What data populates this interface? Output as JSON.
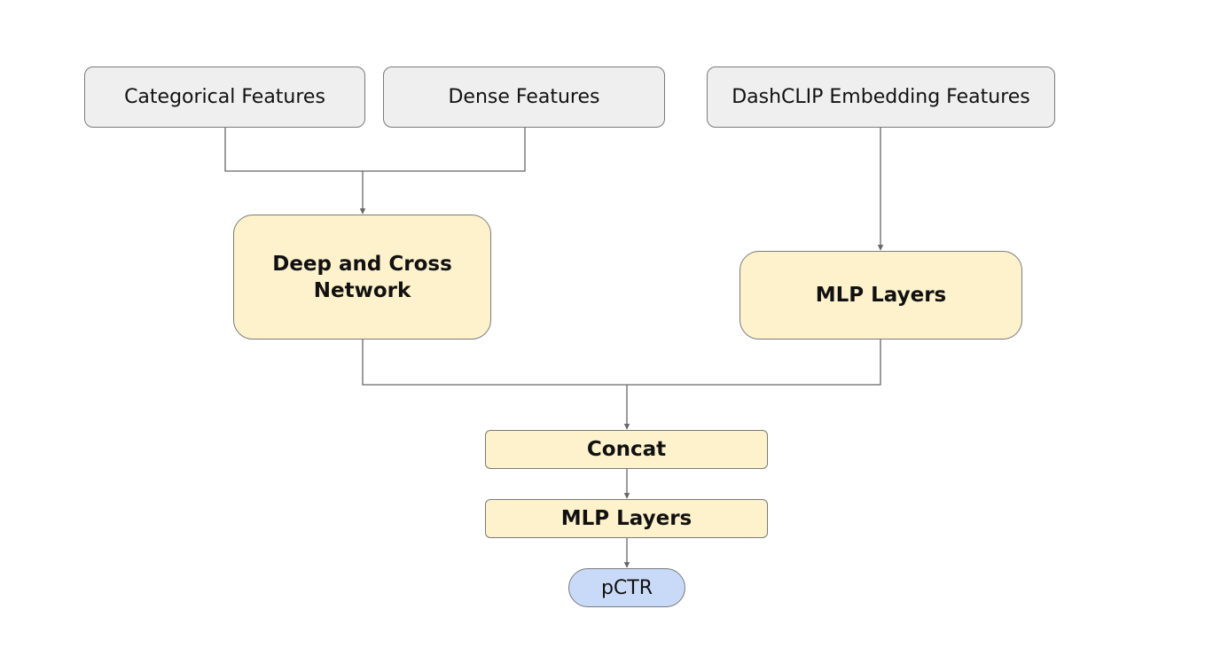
{
  "colors": {
    "input_fill": "#efefef",
    "process_fill": "#fef2cc",
    "output_fill": "#c9daf8",
    "edge": "#666666",
    "border": "#7a7a7a"
  },
  "nodes": {
    "categorical": "Categorical Features",
    "dense": "Dense Features",
    "dashclip": "DashCLIP Embedding Features",
    "dcn": "Deep and Cross\nNetwork",
    "mlp_branch": "MLP Layers",
    "concat": "Concat",
    "mlp_head": "MLP Layers",
    "output": "pCTR"
  }
}
